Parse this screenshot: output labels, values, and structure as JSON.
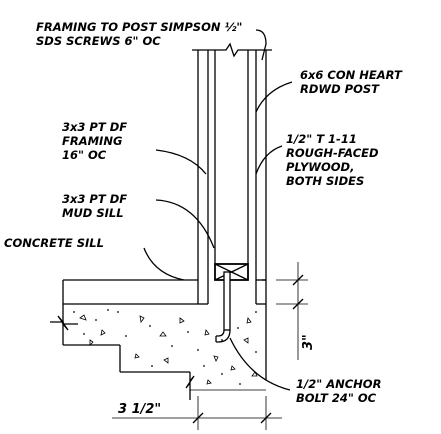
{
  "labels": {
    "framing_screws_1": "FRAMING TO POST SIMPSON ½\"",
    "framing_screws_2": "SDS SCREWS 6\" OC",
    "post_1": "6x6 CON HEART",
    "post_2": "RDWD POST",
    "framing_1": "3x3 PT DF",
    "framing_2": "FRAMING",
    "framing_3": "16\" OC",
    "plywood_1": "1/2\" T 1-11",
    "plywood_2": "ROUGH-FACED",
    "plywood_3": "PLYWOOD,",
    "plywood_4": "BOTH SIDES",
    "mudsill_1": "3x3 PT DF",
    "mudsill_2": "MUD SILL",
    "concrete_sill": "CONCRETE SILL",
    "anchor_1": "1/2\" ANCHOR",
    "anchor_2": "BOLT 24\" OC"
  },
  "dimensions": {
    "vertical": "3\"",
    "horizontal": "3 1/2\""
  }
}
